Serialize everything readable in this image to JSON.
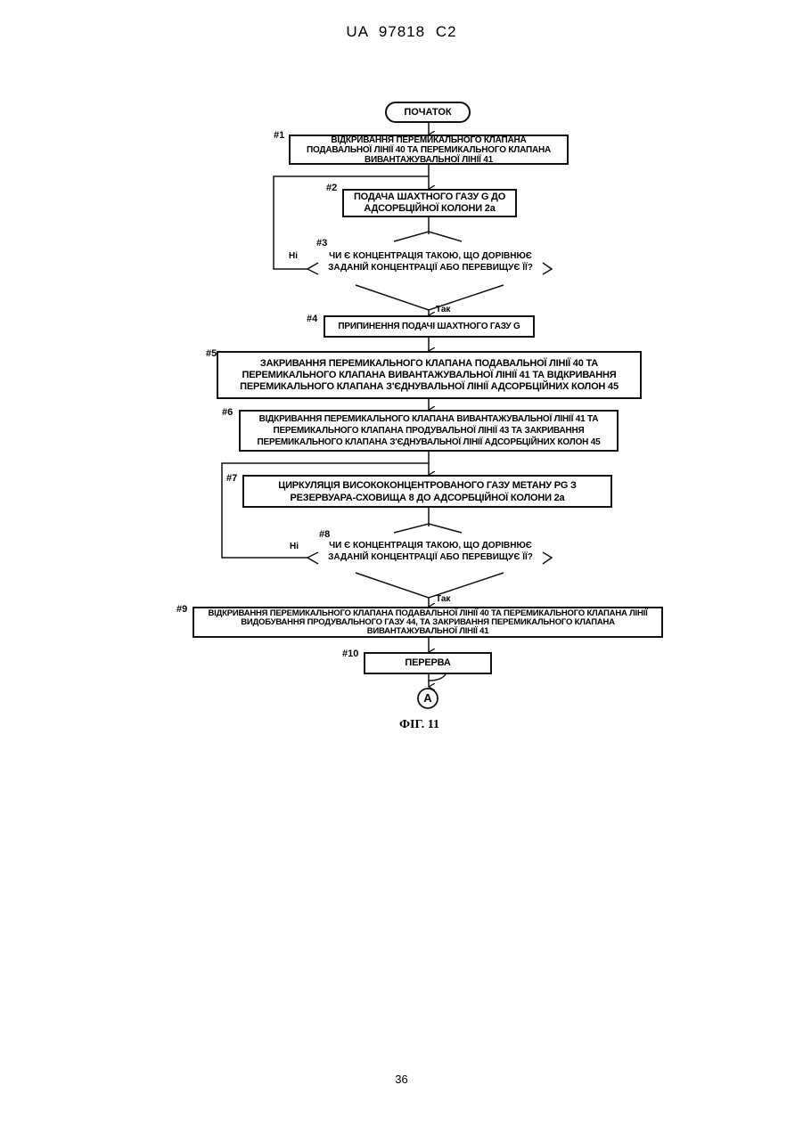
{
  "header": "UA  97818  C2",
  "footer": "36",
  "figure_label": "ФІГ. 11",
  "start": "ПОЧАТОК",
  "connector": "A",
  "yes": "Так",
  "no": "Ні",
  "steps": [
    {
      "id": "#1",
      "text": "ВІДКРИВАННЯ ПЕРЕМИКАЛЬНОГО КЛАПАНА ПОДАВАЛЬНОЇ ЛІНІЇ 40 ТА ПЕРЕМИКАЛЬНОГО КЛАПАНА ВИВАНТАЖУВАЛЬНОЇ ЛІНІЇ 41"
    },
    {
      "id": "#2",
      "text": "ПОДАЧА ШАХТНОГО ГАЗУ G ДО АДСОРБЦІЙНОЇ КОЛОНИ 2a"
    },
    {
      "id": "#3",
      "text": "ЧИ Є КОНЦЕНТРАЦІЯ ТАКОЮ, ЩО ДОРІВНЮЄ ЗАДАНІЙ КОНЦЕНТРАЦІЇ АБО ПЕРЕВИЩУЄ ЇЇ?"
    },
    {
      "id": "#4",
      "text": "ПРИПИНЕННЯ ПОДАЧІ ШАХТНОГО ГАЗУ G"
    },
    {
      "id": "#5",
      "text": "ЗАКРИВАННЯ ПЕРЕМИКАЛЬНОГО КЛАПАНА ПОДАВАЛЬНОЇ ЛІНІЇ 40 ТА ПЕРЕМИКАЛЬНОГО КЛАПАНА ВИВАНТАЖУВАЛЬНОЇ ЛІНІЇ 41 ТА ВІДКРИВАННЯ ПЕРЕМИКАЛЬНОГО КЛАПАНА З'ЄДНУВАЛЬНОЇ ЛІНІЇ АДСОРБЦІЙНИХ КОЛОН 45"
    },
    {
      "id": "#6",
      "text": "ВІДКРИВАННЯ ПЕРЕМИКАЛЬНОГО КЛАПАНА ВИВАНТАЖУВАЛЬНОЇ ЛІНІЇ 41 ТА ПЕРЕМИКАЛЬНОГО КЛАПАНА ПРОДУВАЛЬНОЇ ЛІНІЇ 43 ТА ЗАКРИВАННЯ ПЕРЕМИКАЛЬНОГО КЛАПАНА З'ЄДНУВАЛЬНОЇ ЛІНІЇ АДСОРБЦІЙНИХ КОЛОН 45"
    },
    {
      "id": "#7",
      "text": "ЦИРКУЛЯЦІЯ ВИСОКОКОНЦЕНТРОВАНОГО ГАЗУ МЕТАНУ PG З РЕЗЕРВУАРА-СХОВИЩА 8 ДО АДСОРБЦІЙНОЇ КОЛОНИ 2a"
    },
    {
      "id": "#8",
      "text": "ЧИ Є КОНЦЕНТРАЦІЯ ТАКОЮ, ЩО ДОРІВНЮЄ ЗАДАНІЙ КОНЦЕНТРАЦІЇ АБО ПЕРЕВИЩУЄ ЇЇ?"
    },
    {
      "id": "#9",
      "text": "ВІДКРИВАННЯ ПЕРЕМИКАЛЬНОГО КЛАПАНА ПОДАВАЛЬНОЇ ЛІНІЇ 40 ТА ПЕРЕМИКАЛЬНОГО КЛАПАНА ЛІНІЇ ВИДОБУВАННЯ ПРОДУВАЛЬНОГО ГАЗУ 44, ТА ЗАКРИВАННЯ ПЕРЕМИКАЛЬНОГО КЛАПАНА ВИВАНТАЖУВАЛЬНОЇ ЛІНІЇ 41"
    },
    {
      "id": "#10",
      "text": "ПЕРЕРВА"
    }
  ]
}
